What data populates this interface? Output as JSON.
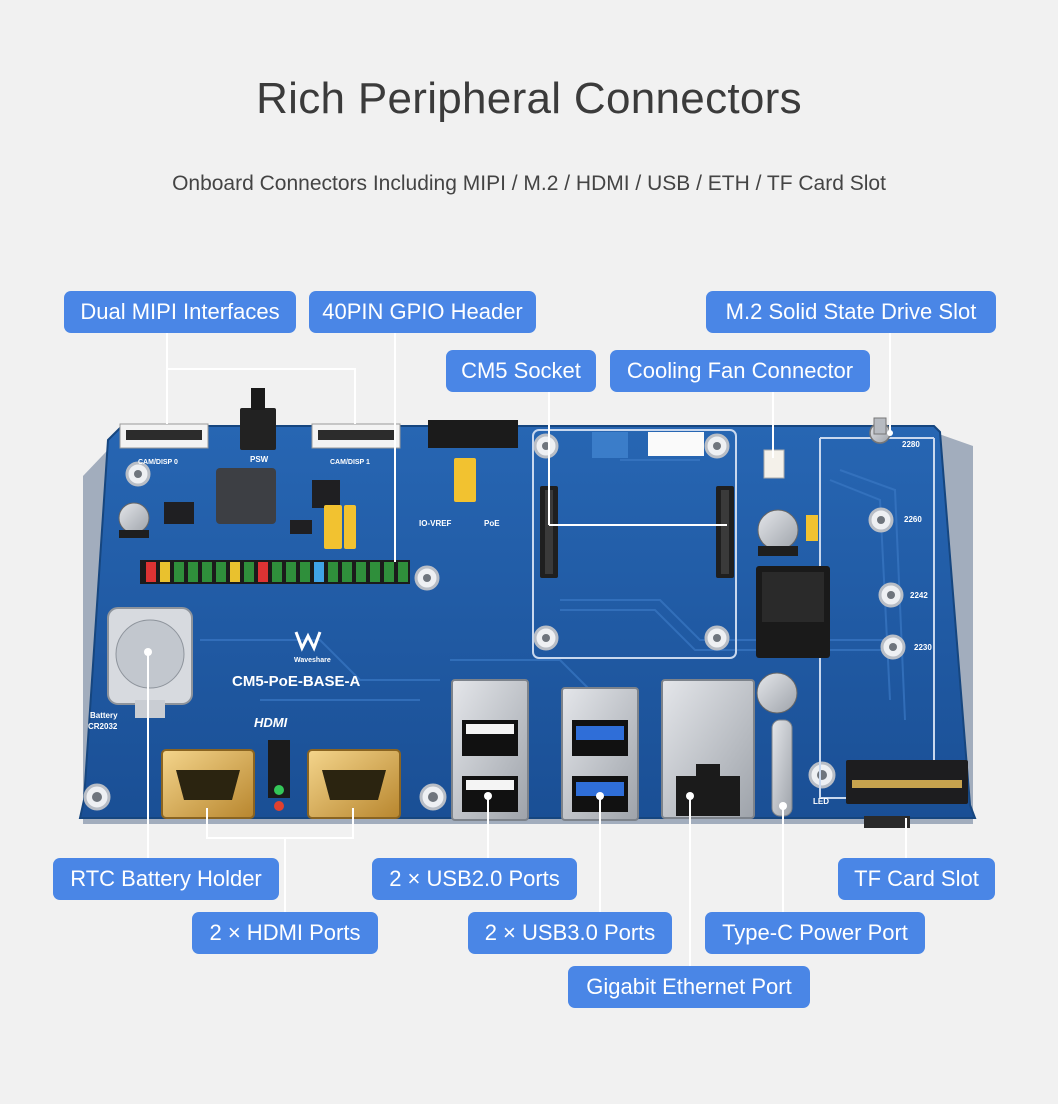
{
  "header": {
    "title": "Rich Peripheral Connectors",
    "subtitle": "Onboard Connectors Including MIPI / M.2 / HDMI / USB / ETH / TF Card Slot"
  },
  "callouts": {
    "dual_mipi": "Dual MIPI Interfaces",
    "gpio_header": "40PIN GPIO Header",
    "cm5_socket": "CM5 Socket",
    "cooling_fan": "Cooling Fan Connector",
    "m2_slot": "M.2 Solid State Drive Slot",
    "rtc_battery": "RTC Battery Holder",
    "hdmi_ports": "2 × HDMI Ports",
    "usb2_ports": "2 × USB2.0 Ports",
    "usb3_ports": "2 × USB3.0 Ports",
    "ethernet_port": "Gigabit Ethernet Port",
    "typec_port": "Type-C Power Port",
    "tf_slot": "TF Card Slot"
  },
  "board": {
    "model": "CM5-PoE-BASE-A",
    "brand": "Waveshare",
    "hdmi_logo": "HDMI",
    "cam0": "CAM/DISP 0",
    "cam1": "CAM/DISP 1",
    "psw": "PSW",
    "battery": "Battery",
    "battery_model": "CR2032",
    "io_vref": "IO-VREF",
    "poe": "PoE",
    "led": "LED",
    "m2_2280": "2280",
    "m2_2260": "2260",
    "m2_2242": "2242",
    "m2_2230": "2230"
  },
  "colors": {
    "callout_bg": "#4a86e6",
    "board_blue": "#1f5aa3",
    "background": "#f1f1f1"
  }
}
